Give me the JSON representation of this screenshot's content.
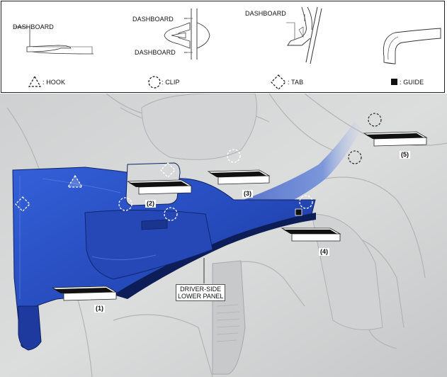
{
  "legend": {
    "fig1_label": "DASHBOARD",
    "fig2_label_top": "DASHBOARD",
    "fig2_label_bottom": "DASHBOARD",
    "fig3_label": "DASHBOARD",
    "hook_label": ": HOOK",
    "clip_label": ": CLIP",
    "tab_label": ": TAB",
    "guide_label": ": GUIDE"
  },
  "callouts": {
    "c1": "(1)",
    "c2": "(2)",
    "c3": "(3)",
    "c4": "(4)",
    "c5": "(5)"
  },
  "panel_label": {
    "line1": "DRIVER-SIDE",
    "line2": "LOWER PANEL"
  },
  "colors": {
    "panel_blue": "#2a4fc4",
    "panel_dark": "#1a3590",
    "background_gray": "#d9dadb",
    "arrow_black": "#111111"
  }
}
